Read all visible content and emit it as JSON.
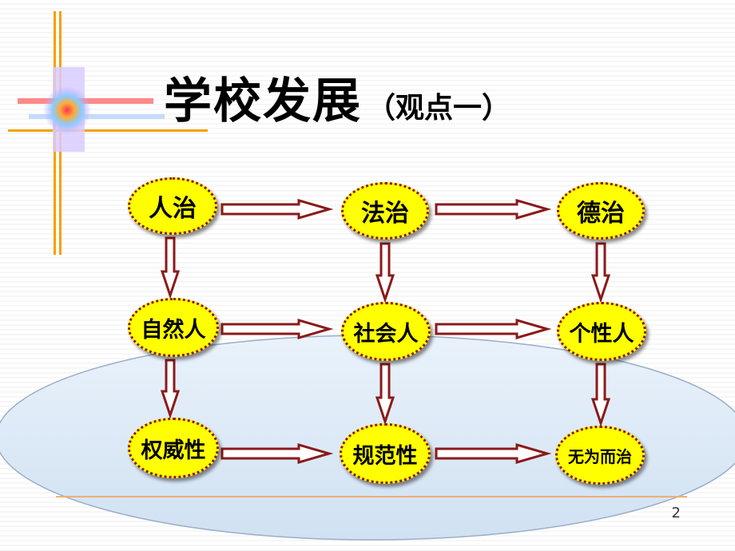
{
  "slide": {
    "title": "学校发展",
    "subtitle": "（观点一）",
    "page_number": "2"
  },
  "nodes": {
    "rule_by_man": "人治",
    "rule_by_law": "法治",
    "rule_by_virtue": "德治",
    "natural_person": "自然人",
    "social_person": "社会人",
    "individual_person": "个性人",
    "authority": "权威性",
    "normativity": "规范性",
    "rule_by_non_action": "无为而治"
  },
  "colors": {
    "node_fill": "#ffff00",
    "node_border": "#8b1a1a",
    "arrow": "#8b1a1a",
    "accent_bar": "#f5a000"
  }
}
